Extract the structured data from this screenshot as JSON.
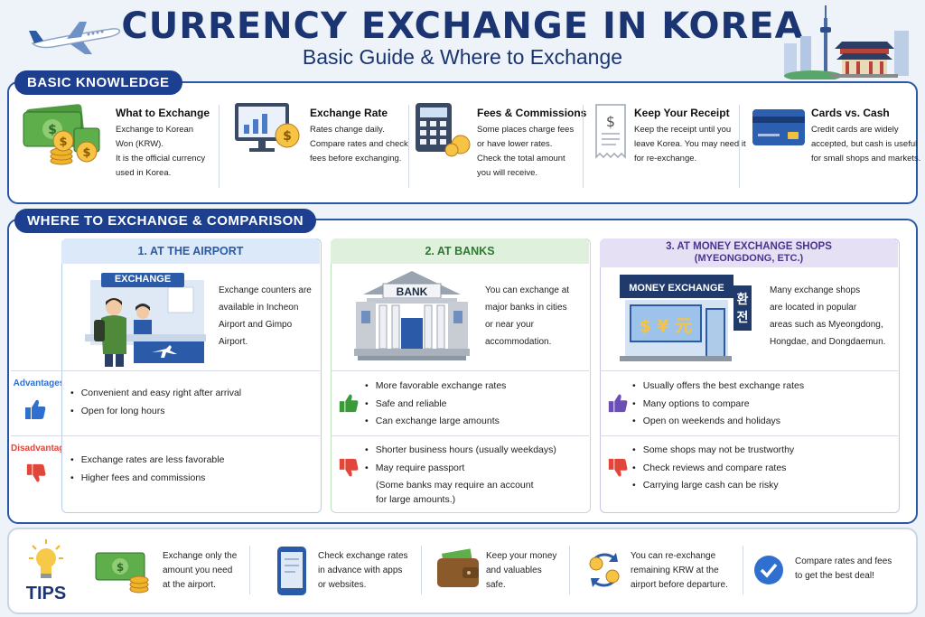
{
  "header": {
    "title": "CURRENCY EXCHANGE IN KOREA",
    "subtitle": "Basic Guide & Where to Exchange"
  },
  "basic": {
    "label": "BASIC KNOWLEDGE",
    "items": [
      {
        "title": "What to Exchange",
        "lines": [
          "Exchange to Korean",
          "Won (KRW).",
          "It is the official currency",
          "used in Korea."
        ],
        "icon": "money-coins-icon"
      },
      {
        "title": "Exchange Rate",
        "lines": [
          "Rates change daily.",
          "Compare rates and check",
          "fees before exchanging."
        ],
        "icon": "rate-monitor-icon"
      },
      {
        "title": "Fees & Commissions",
        "lines": [
          "Some places charge fees",
          "or have lower rates.",
          "Check the total amount",
          "you will receive."
        ],
        "icon": "calculator-icon"
      },
      {
        "title": "Keep Your Receipt",
        "lines": [
          "Keep the receipt until you",
          "leave Korea. You may need it",
          "for re-exchange."
        ],
        "icon": "receipt-icon"
      },
      {
        "title": "Cards vs. Cash",
        "lines": [
          "Credit cards are widely",
          "accepted, but cash is useful",
          "for small shops and markets."
        ],
        "icon": "credit-card-icon"
      }
    ]
  },
  "where": {
    "label": "WHERE TO EXCHANGE & COMPARISON",
    "advantages_label": "Advantages",
    "disadvantages_label": "Disadvantages",
    "airport": {
      "header": "1. AT THE AIRPORT",
      "sign": "EXCHANGE",
      "desc": [
        "Exchange counters are",
        "available in Incheon",
        "Airport and Gimpo",
        "Airport."
      ],
      "pros": [
        "Convenient and easy right after arrival",
        "Open for long hours"
      ],
      "cons": [
        "Exchange rates are less favorable",
        "Higher fees and commissions"
      ]
    },
    "banks": {
      "header": "2. AT BANKS",
      "sign": "BANK",
      "desc": [
        "You can exchange at",
        "major banks in cities",
        "or near your",
        "accommodation."
      ],
      "pros": [
        "More favorable exchange rates",
        "Safe and reliable",
        "Can exchange large amounts"
      ],
      "cons": [
        "Shorter business hours (usually weekdays)",
        "May require passport"
      ],
      "cons_note": [
        "(Some banks may require an account",
        "for large amounts.)"
      ]
    },
    "shops": {
      "header": "3. AT MONEY EXCHANGE SHOPS",
      "header2": "(MYEONGDONG, ETC.)",
      "sign": "MONEY EXCHANGE",
      "window": "$ ¥ 元",
      "korean": "환전",
      "desc": [
        "Many exchange shops",
        "are located in popular",
        "areas such as Myeongdong,",
        "Hongdae, and Dongdaemun."
      ],
      "pros": [
        "Usually offers the best exchange rates",
        "Many options to compare",
        "Open on weekends and holidays"
      ],
      "cons": [
        "Some shops may not be trustworthy",
        "Check reviews and compare rates",
        "Carrying large cash can be risky"
      ]
    }
  },
  "tips": {
    "label": "TIPS",
    "items": [
      {
        "lines": [
          "Exchange only the",
          "amount you need",
          "at the airport."
        ]
      },
      {
        "lines": [
          "Check exchange rates",
          "in advance with apps",
          "or websites."
        ]
      },
      {
        "lines": [
          "Keep your money",
          "and valuables",
          "safe."
        ]
      },
      {
        "lines": [
          "You can re-exchange",
          "remaining KRW at the",
          "airport before departure."
        ]
      },
      {
        "lines": [
          "Compare rates and fees",
          "to get the best deal!"
        ]
      }
    ]
  },
  "colors": {
    "navy": "#1d3f8f",
    "blue_col": "#2b6cc4",
    "green_col": "#2e8b3a",
    "purple_col": "#5b3f9e",
    "pro_thumb_blue": "#2f6fd0",
    "pro_thumb_green": "#3a9a3a",
    "pro_thumb_purple": "#6b4fb5",
    "con_thumb": "#e0463a"
  }
}
